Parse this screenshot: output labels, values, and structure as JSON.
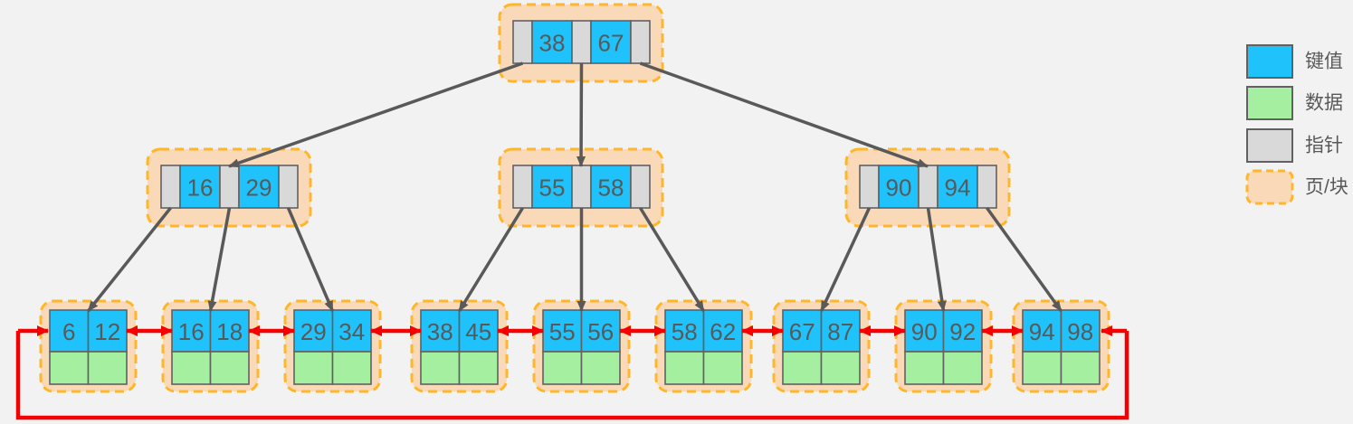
{
  "diagram_type": "b-plus-tree",
  "tree": {
    "root": {
      "keys": [
        "38",
        "67"
      ]
    },
    "internal_nodes": [
      {
        "keys": [
          "16",
          "29"
        ]
      },
      {
        "keys": [
          "55",
          "58"
        ]
      },
      {
        "keys": [
          "90",
          "94"
        ]
      }
    ],
    "leaf_nodes": [
      {
        "keys": [
          "6",
          "12"
        ]
      },
      {
        "keys": [
          "16",
          "18"
        ]
      },
      {
        "keys": [
          "29",
          "34"
        ]
      },
      {
        "keys": [
          "38",
          "45"
        ]
      },
      {
        "keys": [
          "55",
          "56"
        ]
      },
      {
        "keys": [
          "58",
          "62"
        ]
      },
      {
        "keys": [
          "67",
          "87"
        ]
      },
      {
        "keys": [
          "90",
          "92"
        ]
      },
      {
        "keys": [
          "94",
          "98"
        ]
      }
    ]
  },
  "legend": {
    "items": [
      {
        "id": "key",
        "label": "键值"
      },
      {
        "id": "data",
        "label": "数据"
      },
      {
        "id": "pointer",
        "label": "指针"
      },
      {
        "id": "page",
        "label": "页/块"
      }
    ]
  },
  "colors": {
    "background": "#f2f2f2",
    "key_cell": "#1fc2fb",
    "data_cell": "#a5f0a0",
    "pointer_cell": "#d9d9d9",
    "page_fill": "#fad9b8",
    "page_border": "#ffb629",
    "cell_border": "#616161",
    "edge": "#595959",
    "leaf_link": "#f40000",
    "text": "#595959"
  }
}
